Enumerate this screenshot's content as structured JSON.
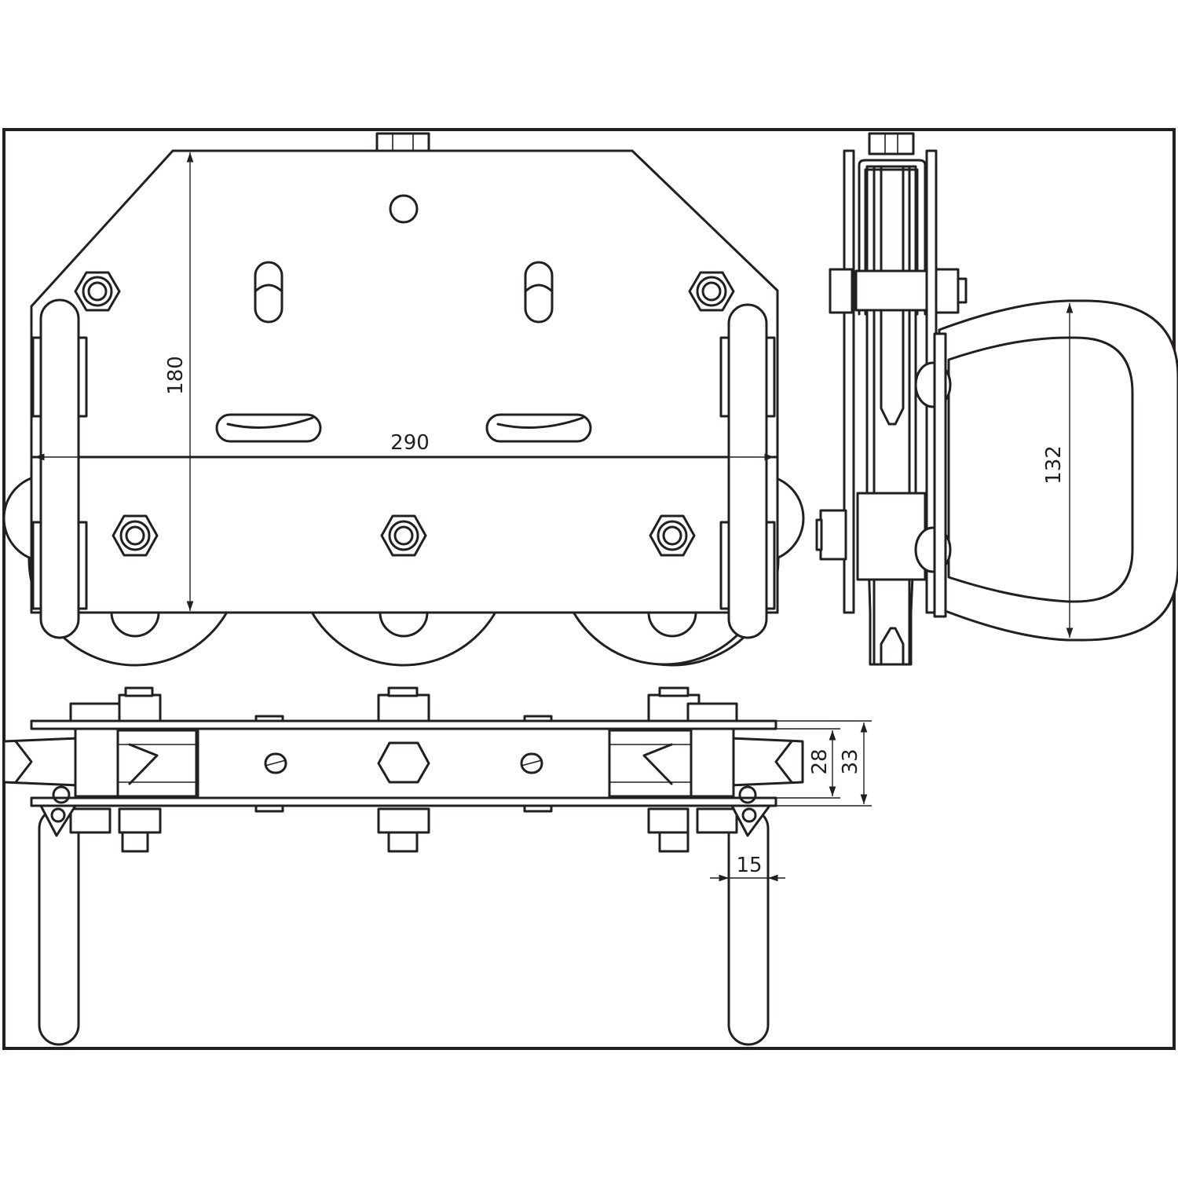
{
  "drawing": {
    "dimensions": {
      "front_height": "180",
      "front_width": "290",
      "handle_height": "132",
      "pulley_width_inner": "28",
      "pulley_width_outer": "33",
      "handle_rod_diameter": "15"
    },
    "colors": {
      "line": "#231f20",
      "background": "#ffffff"
    }
  }
}
